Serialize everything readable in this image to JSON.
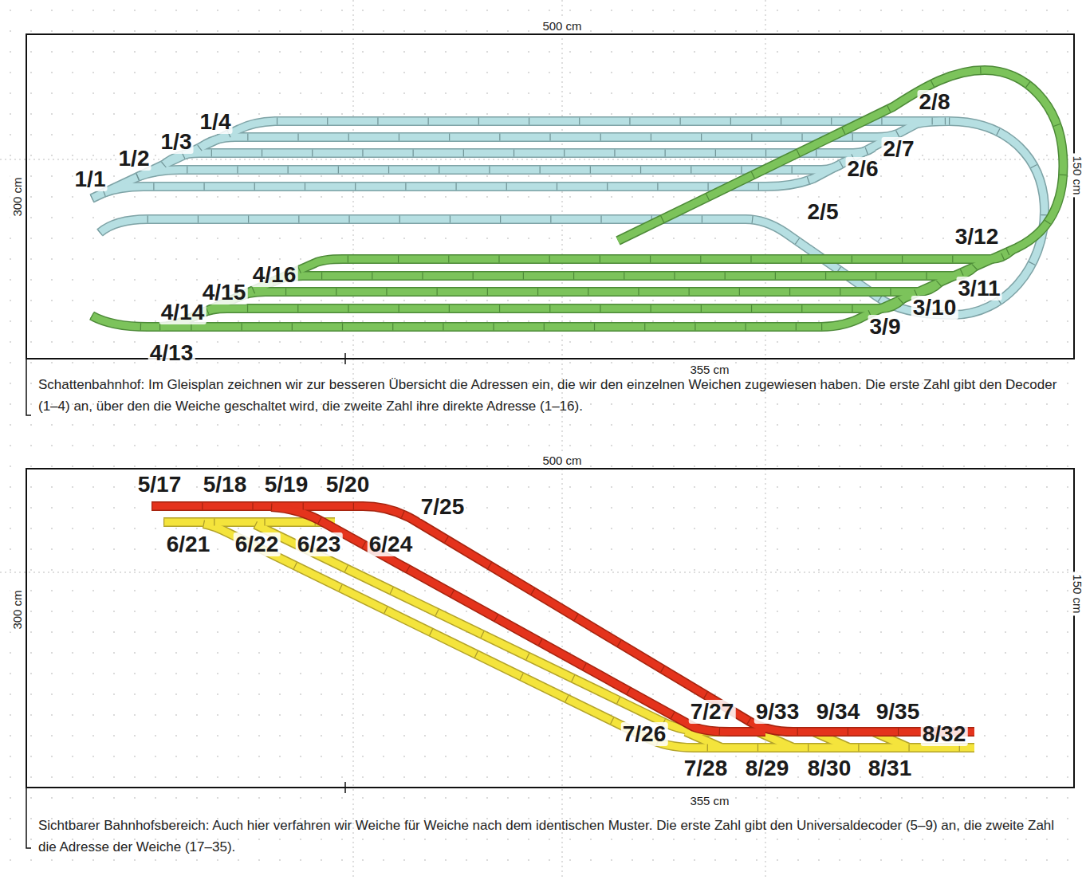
{
  "diagram": {
    "labels": [
      "500 cm",
      "300 cm",
      "150 cm",
      "355 cm",
      "1/1",
      "1/2",
      "1/3",
      "1/4",
      "2/5",
      "2/6",
      "2/7",
      "2/8",
      "3/9",
      "3/10",
      "3/11",
      "3/12",
      "4/13",
      "4/14",
      "4/15",
      "4/16",
      "Schattenbahnhof: Im Gleisplan zeichnen wir zur besseren Übersicht die Adressen ein, die wir den einzelnen Weichen zugewiesen haben. Die erste Zahl gibt den Decoder (1–4) an, über den die Weiche geschaltet wird, die zweite Zahl ihre direkte Adresse (1–16).",
      "500 cm",
      "300 cm",
      "150 cm",
      "355 cm",
      "5/17",
      "5/18",
      "5/19",
      "5/20",
      "6/21",
      "6/22",
      "6/23",
      "6/24",
      "7/25",
      "7/26",
      "7/27",
      "7/28",
      "8/29",
      "8/30",
      "8/31",
      "8/32",
      "9/33",
      "9/34",
      "9/35",
      "Sichtbarer Bahnhofsbereich: Auch hier verfahren wir Weiche für Weiche nach dem identischen Muster. Die erste Zahl gibt den Universaldecoder (5–9) an, die zweite Zahl die Adresse der Weiche (17–35)."
    ]
  }
}
